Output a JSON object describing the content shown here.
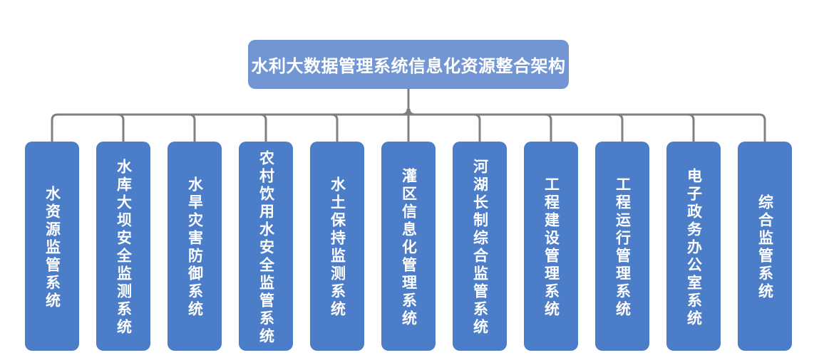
{
  "diagram": {
    "title": "水利大数据管理系统信息化资源整合架构",
    "systems": [
      {
        "label": "水资源监管系统"
      },
      {
        "label": "水库大坝安全监测系统"
      },
      {
        "label": "水旱灾害防御系统"
      },
      {
        "label": "农村饮用水安全监管系统"
      },
      {
        "label": "水土保持监测系统"
      },
      {
        "label": "灌区信息化管理系统"
      },
      {
        "label": "河湖长制综合监管系统"
      },
      {
        "label": "工程建设管理系统"
      },
      {
        "label": "工程运行管理系统"
      },
      {
        "label": "电子政务办公室系统"
      },
      {
        "label": "综合监管系统"
      }
    ]
  },
  "colors": {
    "background": "#FFFFFF",
    "title_box_bg": "#7196D3",
    "system_box_bg": "#4B7DC8",
    "connector": "#7F7F7F",
    "text": "#FFFFFF"
  }
}
